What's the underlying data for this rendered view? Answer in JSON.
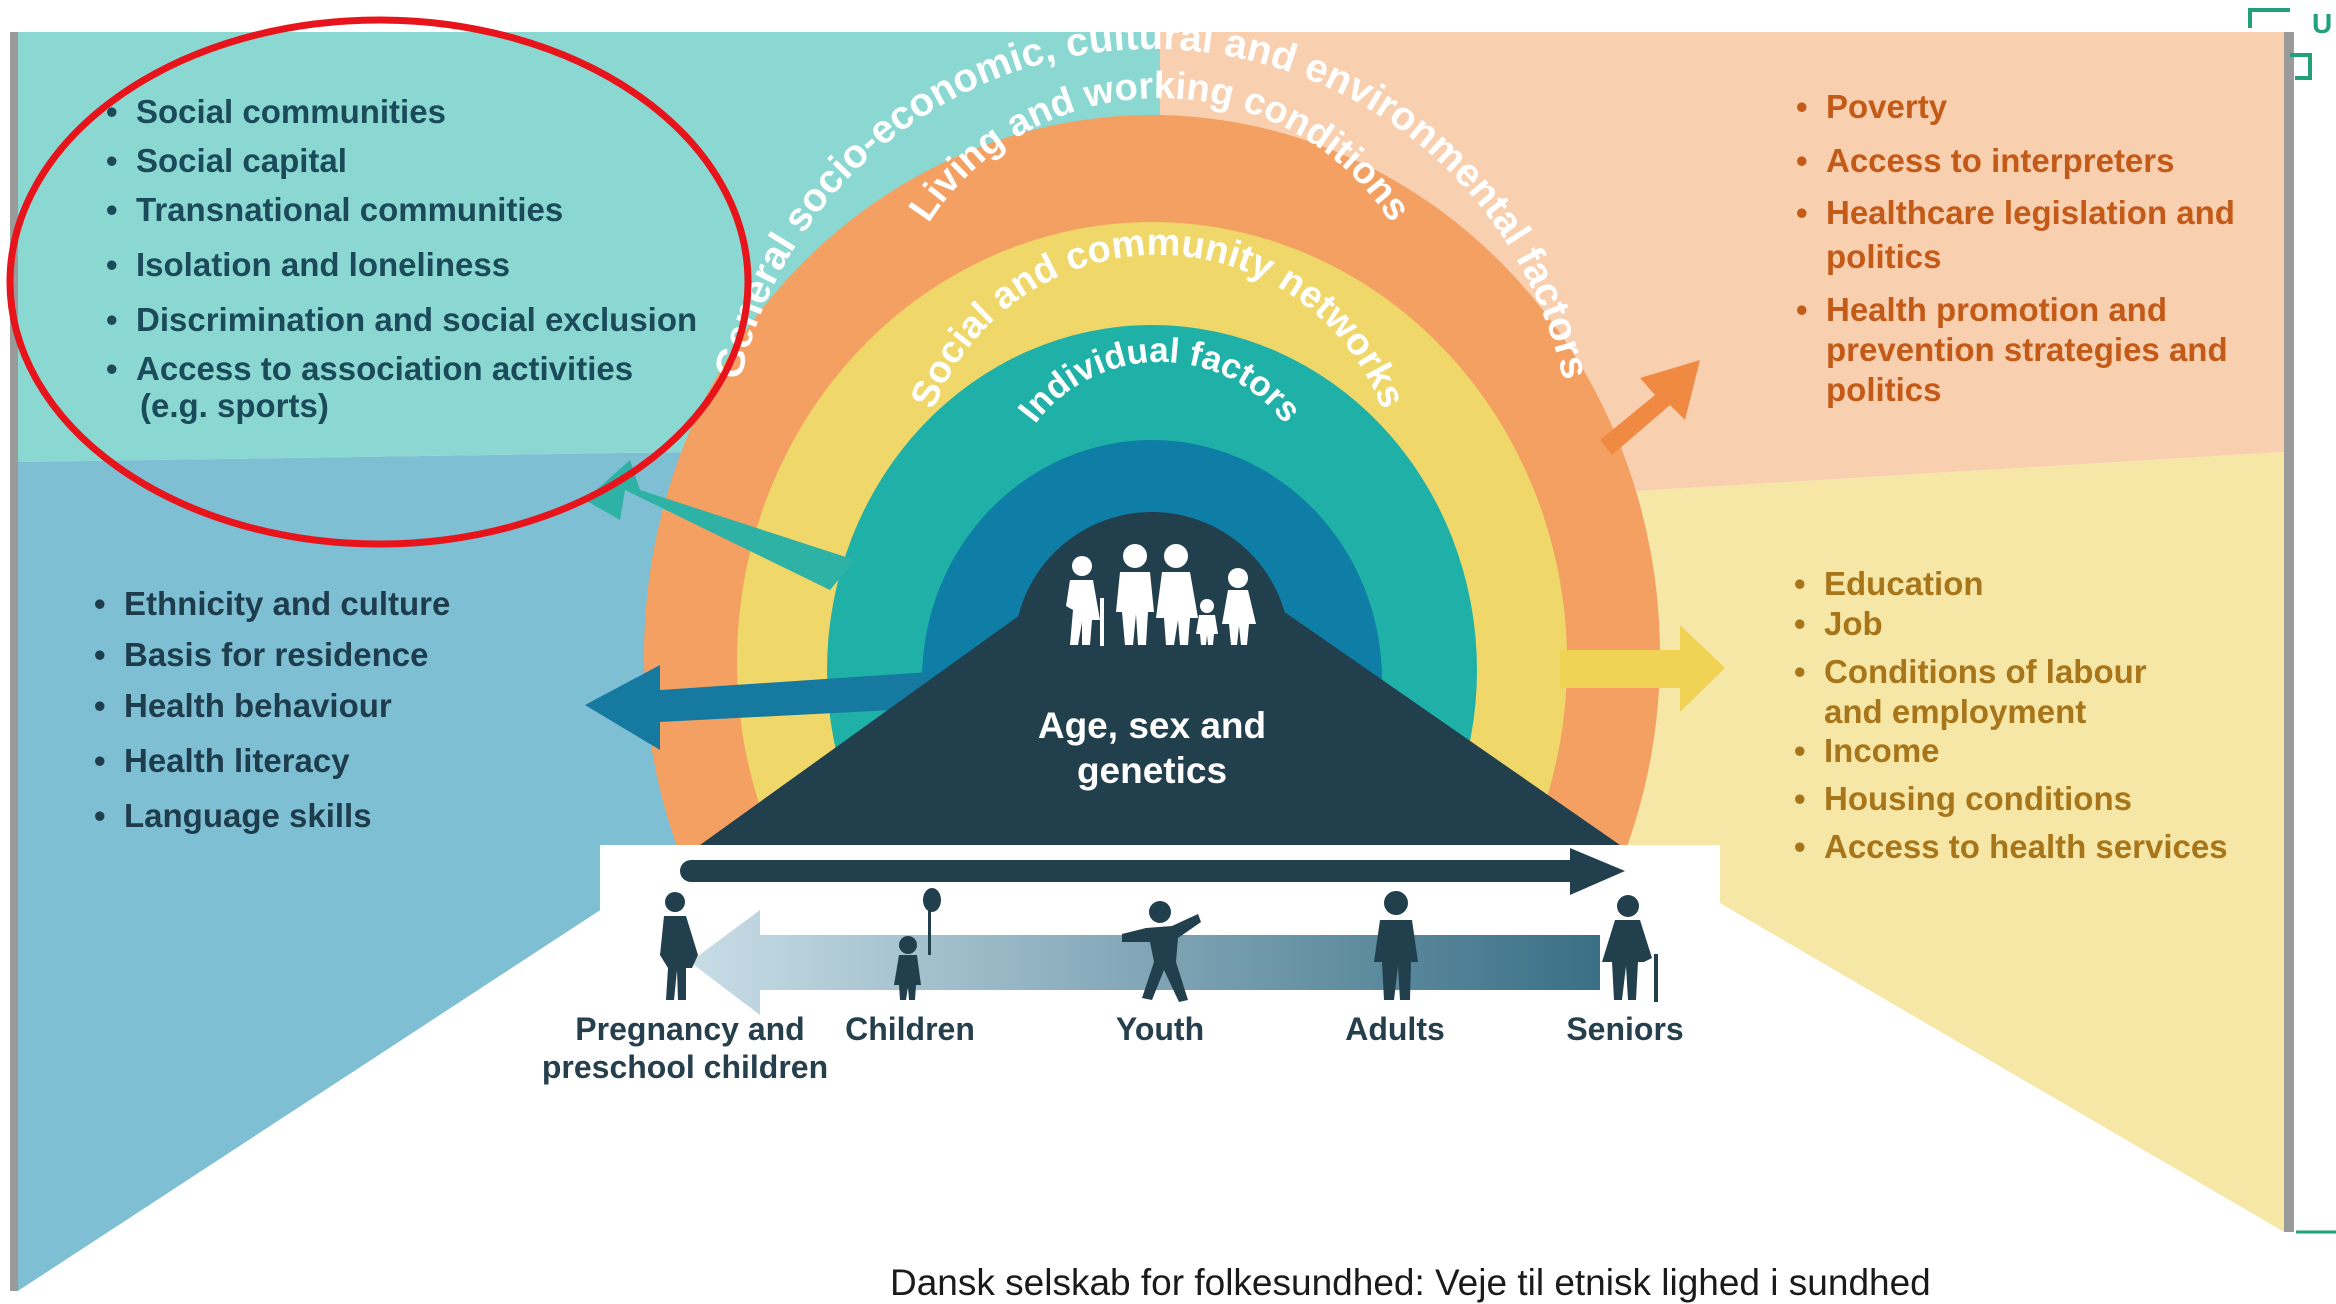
{
  "rings": {
    "outer": "General socio-economic, cultural and environmental factors",
    "living": "Living and working conditions",
    "social": "Social and community networks",
    "individual": "Individual factors"
  },
  "core": {
    "line1": "Age, sex and",
    "line2": "genetics"
  },
  "lists": {
    "social": [
      "Social communities",
      "Social capital",
      "Transnational communities",
      "Isolation and loneliness",
      "Discrimination and social exclusion",
      "Access to association activities",
      "(e.g. sports)"
    ],
    "individual": [
      "Ethnicity and culture",
      "Basis for residence",
      "Health behaviour",
      "Health literacy",
      "Language skills"
    ],
    "general": [
      "Poverty",
      "Access to interpreters",
      "Healthcare legislation and",
      "politics",
      "Health promotion and",
      "prevention strategies and",
      "politics"
    ],
    "living": [
      "Education",
      "Job",
      "Conditions of labour",
      "and employment",
      "Income",
      "Housing conditions",
      "Access to health services"
    ]
  },
  "life_stages": {
    "pregnancy_1": "Pregnancy and",
    "pregnancy_2": "preschool children",
    "children": "Children",
    "youth": "Youth",
    "adults": "Adults",
    "seniors": "Seniors"
  },
  "citation": "Dansk selskab for folkesundhed: Veje til etnisk lighed i sundhed",
  "logo_fragment": "U",
  "colors": {
    "teal_panel": "#8bd8d2",
    "blue_panel": "#7fbfd4",
    "peach_panel": "#f8d0b0",
    "yellow_panel": "#f7e7a7",
    "outer_ring": "#f3a062",
    "yellow_ring": "#f0d76a",
    "teal_ring": "#1fb1a8",
    "blue_ring": "#0e7ea6",
    "core": "#213f4d",
    "highlight_circle": "#e8141b"
  }
}
